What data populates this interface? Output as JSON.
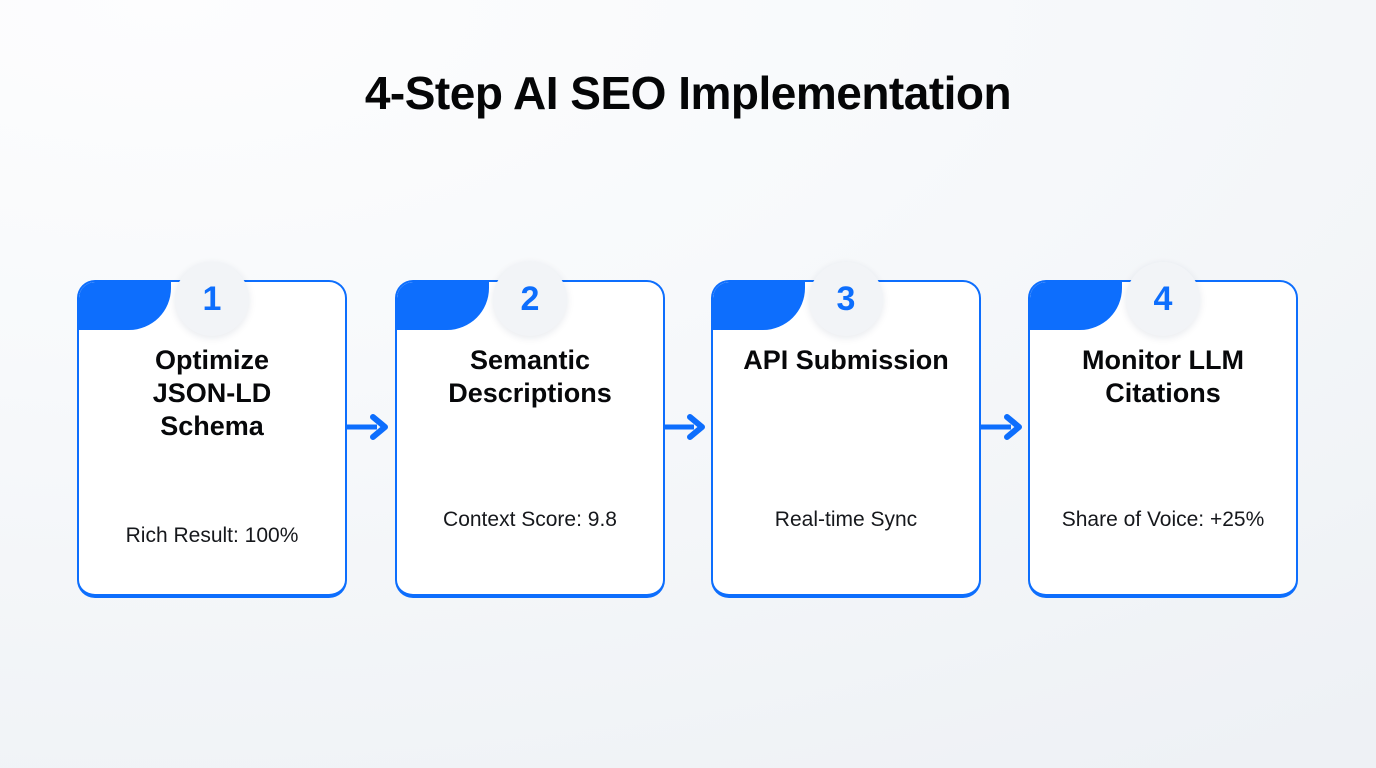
{
  "page": {
    "title": "4-Step AI SEO Implementation",
    "background_start": "#fdfdfe",
    "background_end": "#eef1f5",
    "accent_color": "#0d6efd",
    "card_background": "#ffffff",
    "badge_background": "#f2f4f7",
    "text_color": "#07080a"
  },
  "flow": {
    "arrow_icon": "arrow-right-icon",
    "steps": [
      {
        "number": "1",
        "title": "Optimize JSON-LD Schema",
        "metric": "Rich Result: 100%"
      },
      {
        "number": "2",
        "title": "Semantic Descriptions",
        "metric": "Context Score: 9.8"
      },
      {
        "number": "3",
        "title": "API Submission",
        "metric": "Real-time Sync"
      },
      {
        "number": "4",
        "title": "Monitor LLM Citations",
        "metric": "Share of Voice: +25%"
      }
    ]
  }
}
